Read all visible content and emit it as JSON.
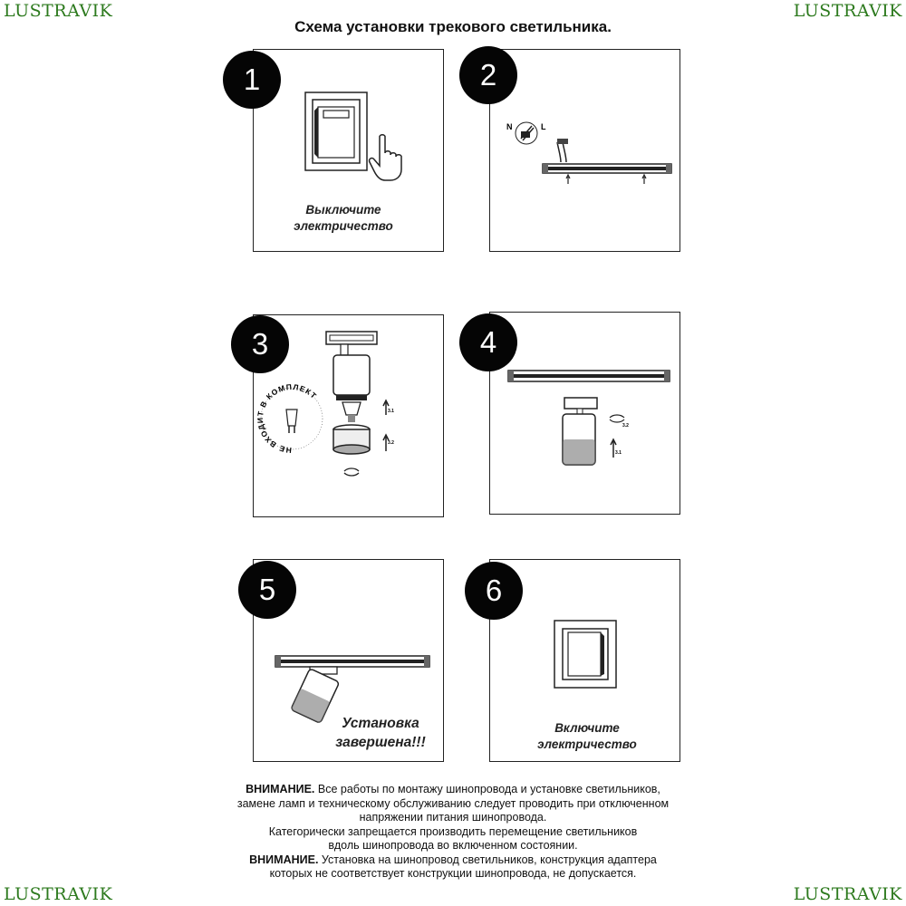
{
  "brand": {
    "logo": "LUSTRAVIK"
  },
  "title": "Схема установки трекового светильника.",
  "steps": [
    {
      "number": "1",
      "caption_line1": "Выключите",
      "caption_line2": "электричество"
    },
    {
      "number": "2",
      "label_n": "N",
      "label_l": "L"
    },
    {
      "number": "3",
      "stamp_text": "НЕ ВХОДИТ В КОМПЛЕКТ",
      "label_a": "3.1",
      "label_b": "3.2"
    },
    {
      "number": "4",
      "label_a": "3.2",
      "label_b": "3.1"
    },
    {
      "number": "5",
      "caption_line1": "Установка",
      "caption_line2": "завершена!!!"
    },
    {
      "number": "6",
      "caption_line1": "Включите",
      "caption_line2": "электричество"
    }
  ],
  "notice": {
    "warn1_label": "ВНИМАНИЕ.",
    "warn1_text": " Все работы по монтажу шинопровода и установке светильников,",
    "line2": "замене ламп и техническому обслуживанию следует проводить при отключенном",
    "line3": "напряжении питания шинопровода.",
    "line4": "Категорически запрещается производить перемещение светильников",
    "line5": "вдоль шинопровода во включенном состоянии.",
    "warn2_label": "ВНИМАНИЕ.",
    "warn2_text": " Установка на шинопровод светильников, конструкция адаптера",
    "line7": "которых не соответствует конструкции шинопровода, не допускается."
  }
}
